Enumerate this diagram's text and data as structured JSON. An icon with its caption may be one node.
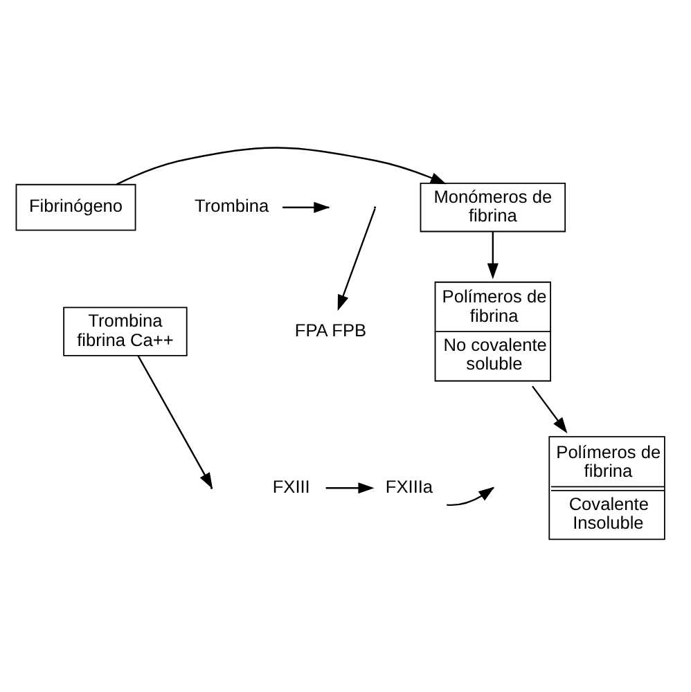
{
  "diagram": {
    "nodes": [
      {
        "text": [
          "Fibrinógeno"
        ]
      },
      {
        "text": [
          "Trombina"
        ]
      },
      {
        "text": [
          "Monómeros de fibrina"
        ]
      },
      {
        "text": [
          "FPA FPB"
        ]
      },
      {
        "text": [
          "Polímeros de fibrina",
          "No covalente soluble"
        ]
      },
      {
        "text": [
          "Trombina fibrina Ca++"
        ]
      },
      {
        "text": [
          "FXIII"
        ]
      },
      {
        "text": [
          "FXIIIa"
        ]
      },
      {
        "text": [
          "Polímeros de fibrina",
          "Covalente Insoluble"
        ]
      }
    ],
    "edges": [
      {
        "from": 0,
        "to": 2,
        "arrow": "to"
      },
      {
        "from": 1,
        "to": null,
        "arrow": "to"
      },
      {
        "from": null,
        "to": 3,
        "arrow": "to"
      },
      {
        "from": 2,
        "to": 4,
        "arrow": "to"
      },
      {
        "from": 5,
        "to": null,
        "arrow": "to"
      },
      {
        "from": 6,
        "to": 7,
        "arrow": "to"
      },
      {
        "from": 7,
        "to": null,
        "arrow": "to"
      },
      {
        "from": 4,
        "to": 8,
        "arrow": "to"
      }
    ]
  }
}
